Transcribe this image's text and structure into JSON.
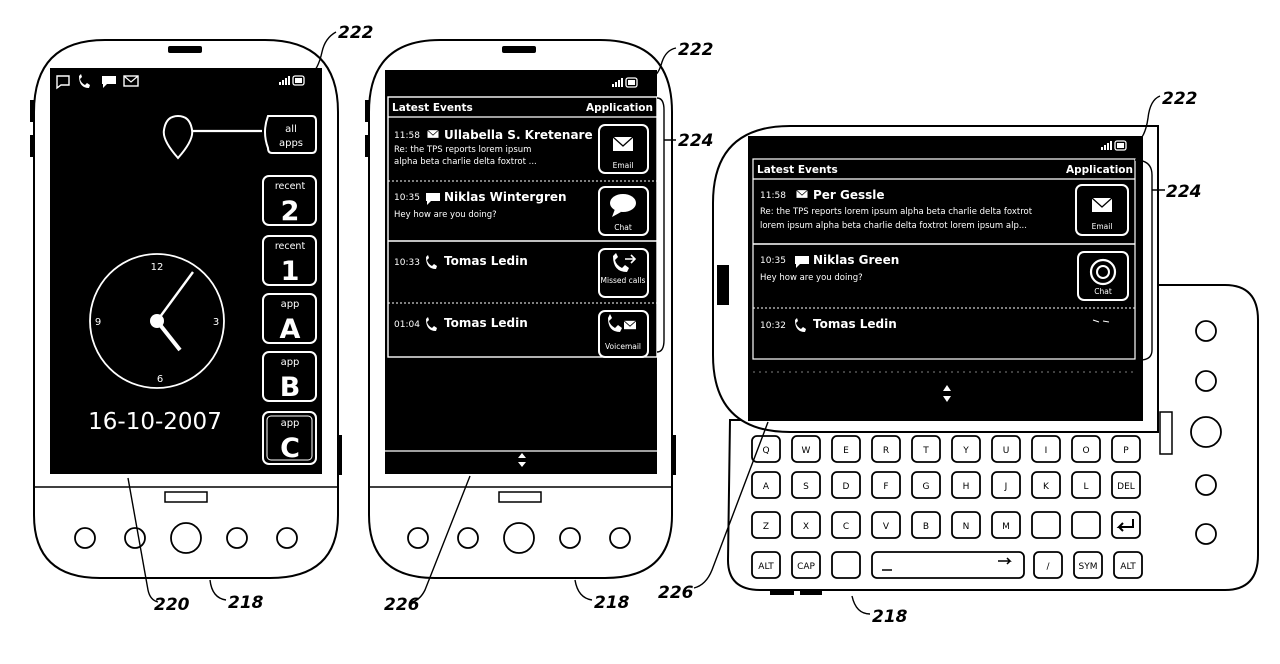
{
  "refs": {
    "status_bar": "222",
    "event_list": "224",
    "navigator": "226",
    "housing": "218",
    "display": "220"
  },
  "phone1": {
    "tiles": [
      {
        "top": "all",
        "bottom": "apps"
      },
      {
        "top": "recent",
        "bottom": "2"
      },
      {
        "top": "recent",
        "bottom": "1"
      },
      {
        "top": "app",
        "bottom": "A"
      },
      {
        "top": "app",
        "bottom": "B"
      },
      {
        "top": "app",
        "bottom": "C"
      }
    ],
    "clock": {
      "n12": "12",
      "n3": "3",
      "n6": "6",
      "n9": "9"
    },
    "date": "16-10-2007"
  },
  "phone2": {
    "header_left": "Latest Events",
    "header_right": "Application",
    "events": [
      {
        "time": "11:58",
        "name": "Ullabella S. Kretenare",
        "line1": "Re: the TPS reports lorem ipsum",
        "line2": "alpha beta charlie delta foxtrot ...",
        "icon_label": "Email"
      },
      {
        "time": "10:35",
        "name": "Niklas Wintergren",
        "line1": "Hey how are you doing?",
        "line2": "",
        "icon_label": "Chat"
      },
      {
        "time": "10:33",
        "name": "Tomas Ledin",
        "line1": "",
        "line2": "",
        "icon_label": "Missed calls"
      },
      {
        "time": "01:04",
        "name": "Tomas Ledin",
        "line1": "",
        "line2": "",
        "icon_label": "Voicemail"
      }
    ]
  },
  "phone3": {
    "header_left": "Latest Events",
    "header_right": "Application",
    "events": [
      {
        "time": "11:58",
        "name": "Per Gessle",
        "line1": "Re: the TPS reports lorem ipsum alpha beta charlie delta foxtrot",
        "line2": "lorem ipsum alpha beta charlie delta foxtrot lorem ipsum alp...",
        "icon_label": "Email"
      },
      {
        "time": "10:35",
        "name": "Niklas Green",
        "line1": "Hey how are you doing?",
        "line2": "",
        "icon_label": "Chat"
      },
      {
        "time": "10:32",
        "name": "Tomas Ledin",
        "line1": "",
        "line2": "",
        "icon_label": ""
      }
    ],
    "keyboard": [
      [
        "Q",
        "W",
        "E",
        "R",
        "T",
        "Y",
        "U",
        "I",
        "O",
        "P"
      ],
      [
        "A",
        "S",
        "D",
        "F",
        "G",
        "H",
        "J",
        "K",
        "L",
        "DEL"
      ],
      [
        "Z",
        "X",
        "C",
        "V",
        "B",
        "N",
        "M",
        "",
        ""
      ],
      [
        "ALT",
        "CAP",
        "",
        "/",
        "SYM",
        "ALT"
      ]
    ]
  }
}
